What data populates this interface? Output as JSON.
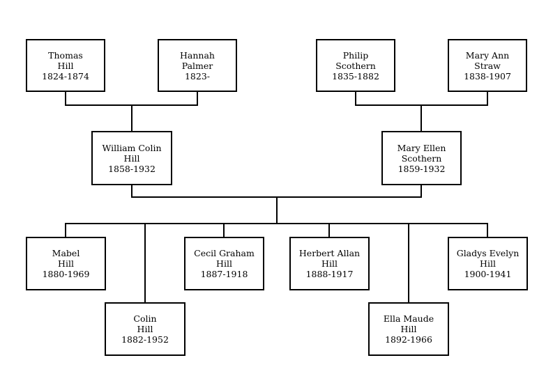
{
  "people": {
    "thomas": {
      "l1": "Thomas",
      "l2": "Hill",
      "l3": "1824-1874"
    },
    "hannah": {
      "l1": "Hannah",
      "l2": "Palmer",
      "l3": "1823-"
    },
    "philip": {
      "l1": "Philip",
      "l2": "Scothern",
      "l3": "1835-1882"
    },
    "maryann": {
      "l1": "Mary Ann",
      "l2": "Straw",
      "l3": "1838-1907"
    },
    "william": {
      "l1": "William Colin",
      "l2": "Hill",
      "l3": "1858-1932"
    },
    "maryellen": {
      "l1": "Mary Ellen",
      "l2": "Scothern",
      "l3": "1859-1932"
    },
    "mabel": {
      "l1": "Mabel",
      "l2": "Hill",
      "l3": "1880-1969"
    },
    "colin": {
      "l1": "Colin",
      "l2": "Hill",
      "l3": "1882-1952"
    },
    "cecil": {
      "l1": "Cecil Graham",
      "l2": "Hill",
      "l3": "1887-1918"
    },
    "herbert": {
      "l1": "Herbert Allan",
      "l2": "Hill",
      "l3": "1888-1917"
    },
    "ella": {
      "l1": "Ella Maude",
      "l2": "Hill",
      "l3": "1892-1966"
    },
    "gladys": {
      "l1": "Gladys Evelyn",
      "l2": "Hill",
      "l3": "1900-1941"
    }
  }
}
